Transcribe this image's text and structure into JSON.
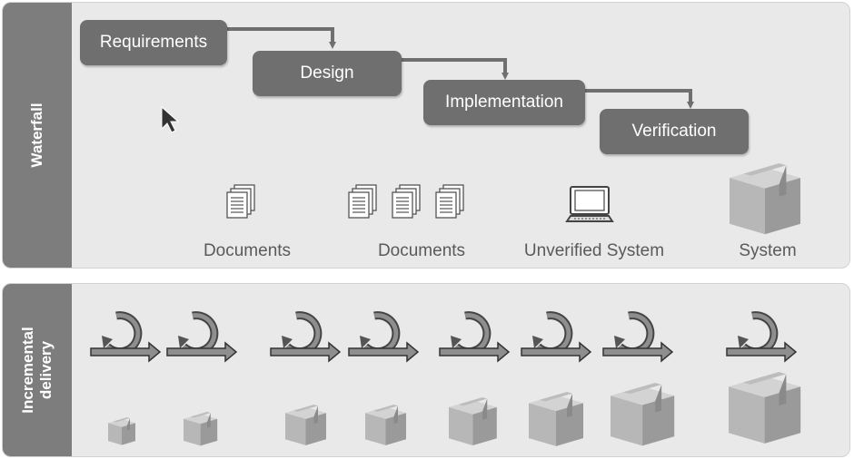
{
  "waterfall": {
    "label": "Waterfall",
    "stages": [
      "Requirements",
      "Design",
      "Implementation",
      "Verification"
    ],
    "deliverables": [
      "Documents",
      "Documents",
      "Unverified System",
      "System"
    ]
  },
  "incremental": {
    "label_line1": "Incremental",
    "label_line2": "delivery"
  },
  "colors": {
    "panel": "#e9e9e9",
    "side_bar": "#7d7d7d",
    "stage_box": "#6f6f6f",
    "caption": "#5a5a5a"
  }
}
